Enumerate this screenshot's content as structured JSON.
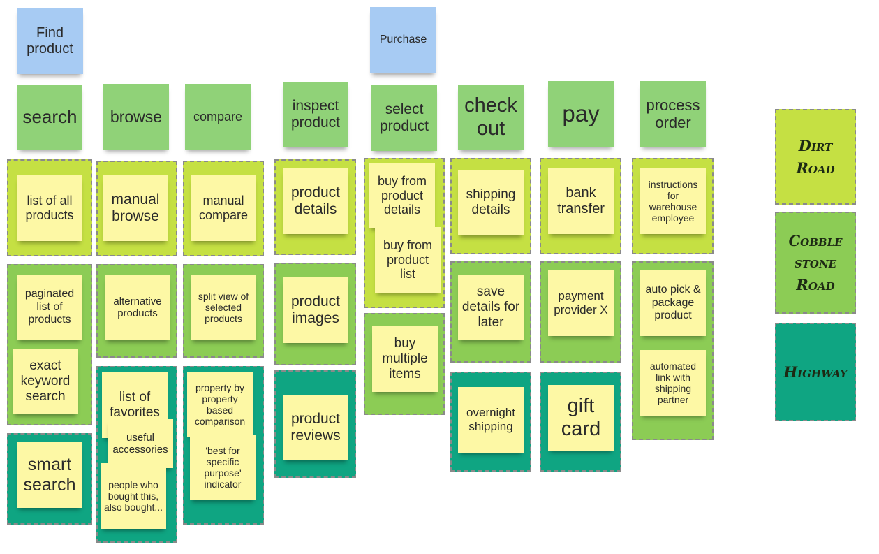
{
  "activities": {
    "find_product": "Find product",
    "purchase": "Purchase"
  },
  "steps": {
    "search": "search",
    "browse": "browse",
    "compare": "compare",
    "inspect_product": "inspect product",
    "select_product": "select product",
    "check_out": "check out",
    "pay": "pay",
    "process_order": "process order"
  },
  "details": {
    "list_all_products": "list of all products",
    "paginated_list": "paginated list of products",
    "exact_keyword_search": "exact keyword search",
    "smart_search": "smart search",
    "manual_browse": "manual browse",
    "alternative_products": "alternative products",
    "list_of_favorites": "list of favorites",
    "useful_accessories": "useful accessories",
    "people_who_bought": "people who bought this, also bought...",
    "manual_compare": "manual compare",
    "split_view": "split view of selected products",
    "property_comparison": "property by property based comparison",
    "best_for_purpose": "'best for specific purpose' indicator",
    "product_details": "product details",
    "product_images": "product images",
    "product_reviews": "product reviews",
    "buy_from_details": "buy from product details",
    "buy_from_list": "buy from product list",
    "buy_multiple": "buy multiple items",
    "shipping_details": "shipping details",
    "save_details": "save details for later",
    "overnight_shipping": "overnight shipping",
    "bank_transfer": "bank transfer",
    "payment_provider": "payment provider X",
    "gift_card": "gift card",
    "warehouse_instructions": "instructions for warehouse employee",
    "auto_pick": "auto pick & package product",
    "automated_link": "automated link with shipping partner"
  },
  "legend": {
    "dirt_road": "Dirt Road",
    "cobblestone_road": "Cobble stone Road",
    "highway": "Highway"
  },
  "colors": {
    "dirt_road": "#c5e043",
    "cobblestone_road": "#8ccc55",
    "highway": "#0fa582",
    "activity_note": "#a7cbf3",
    "step_note": "#90d278",
    "detail_note": "#fdf8a5"
  }
}
